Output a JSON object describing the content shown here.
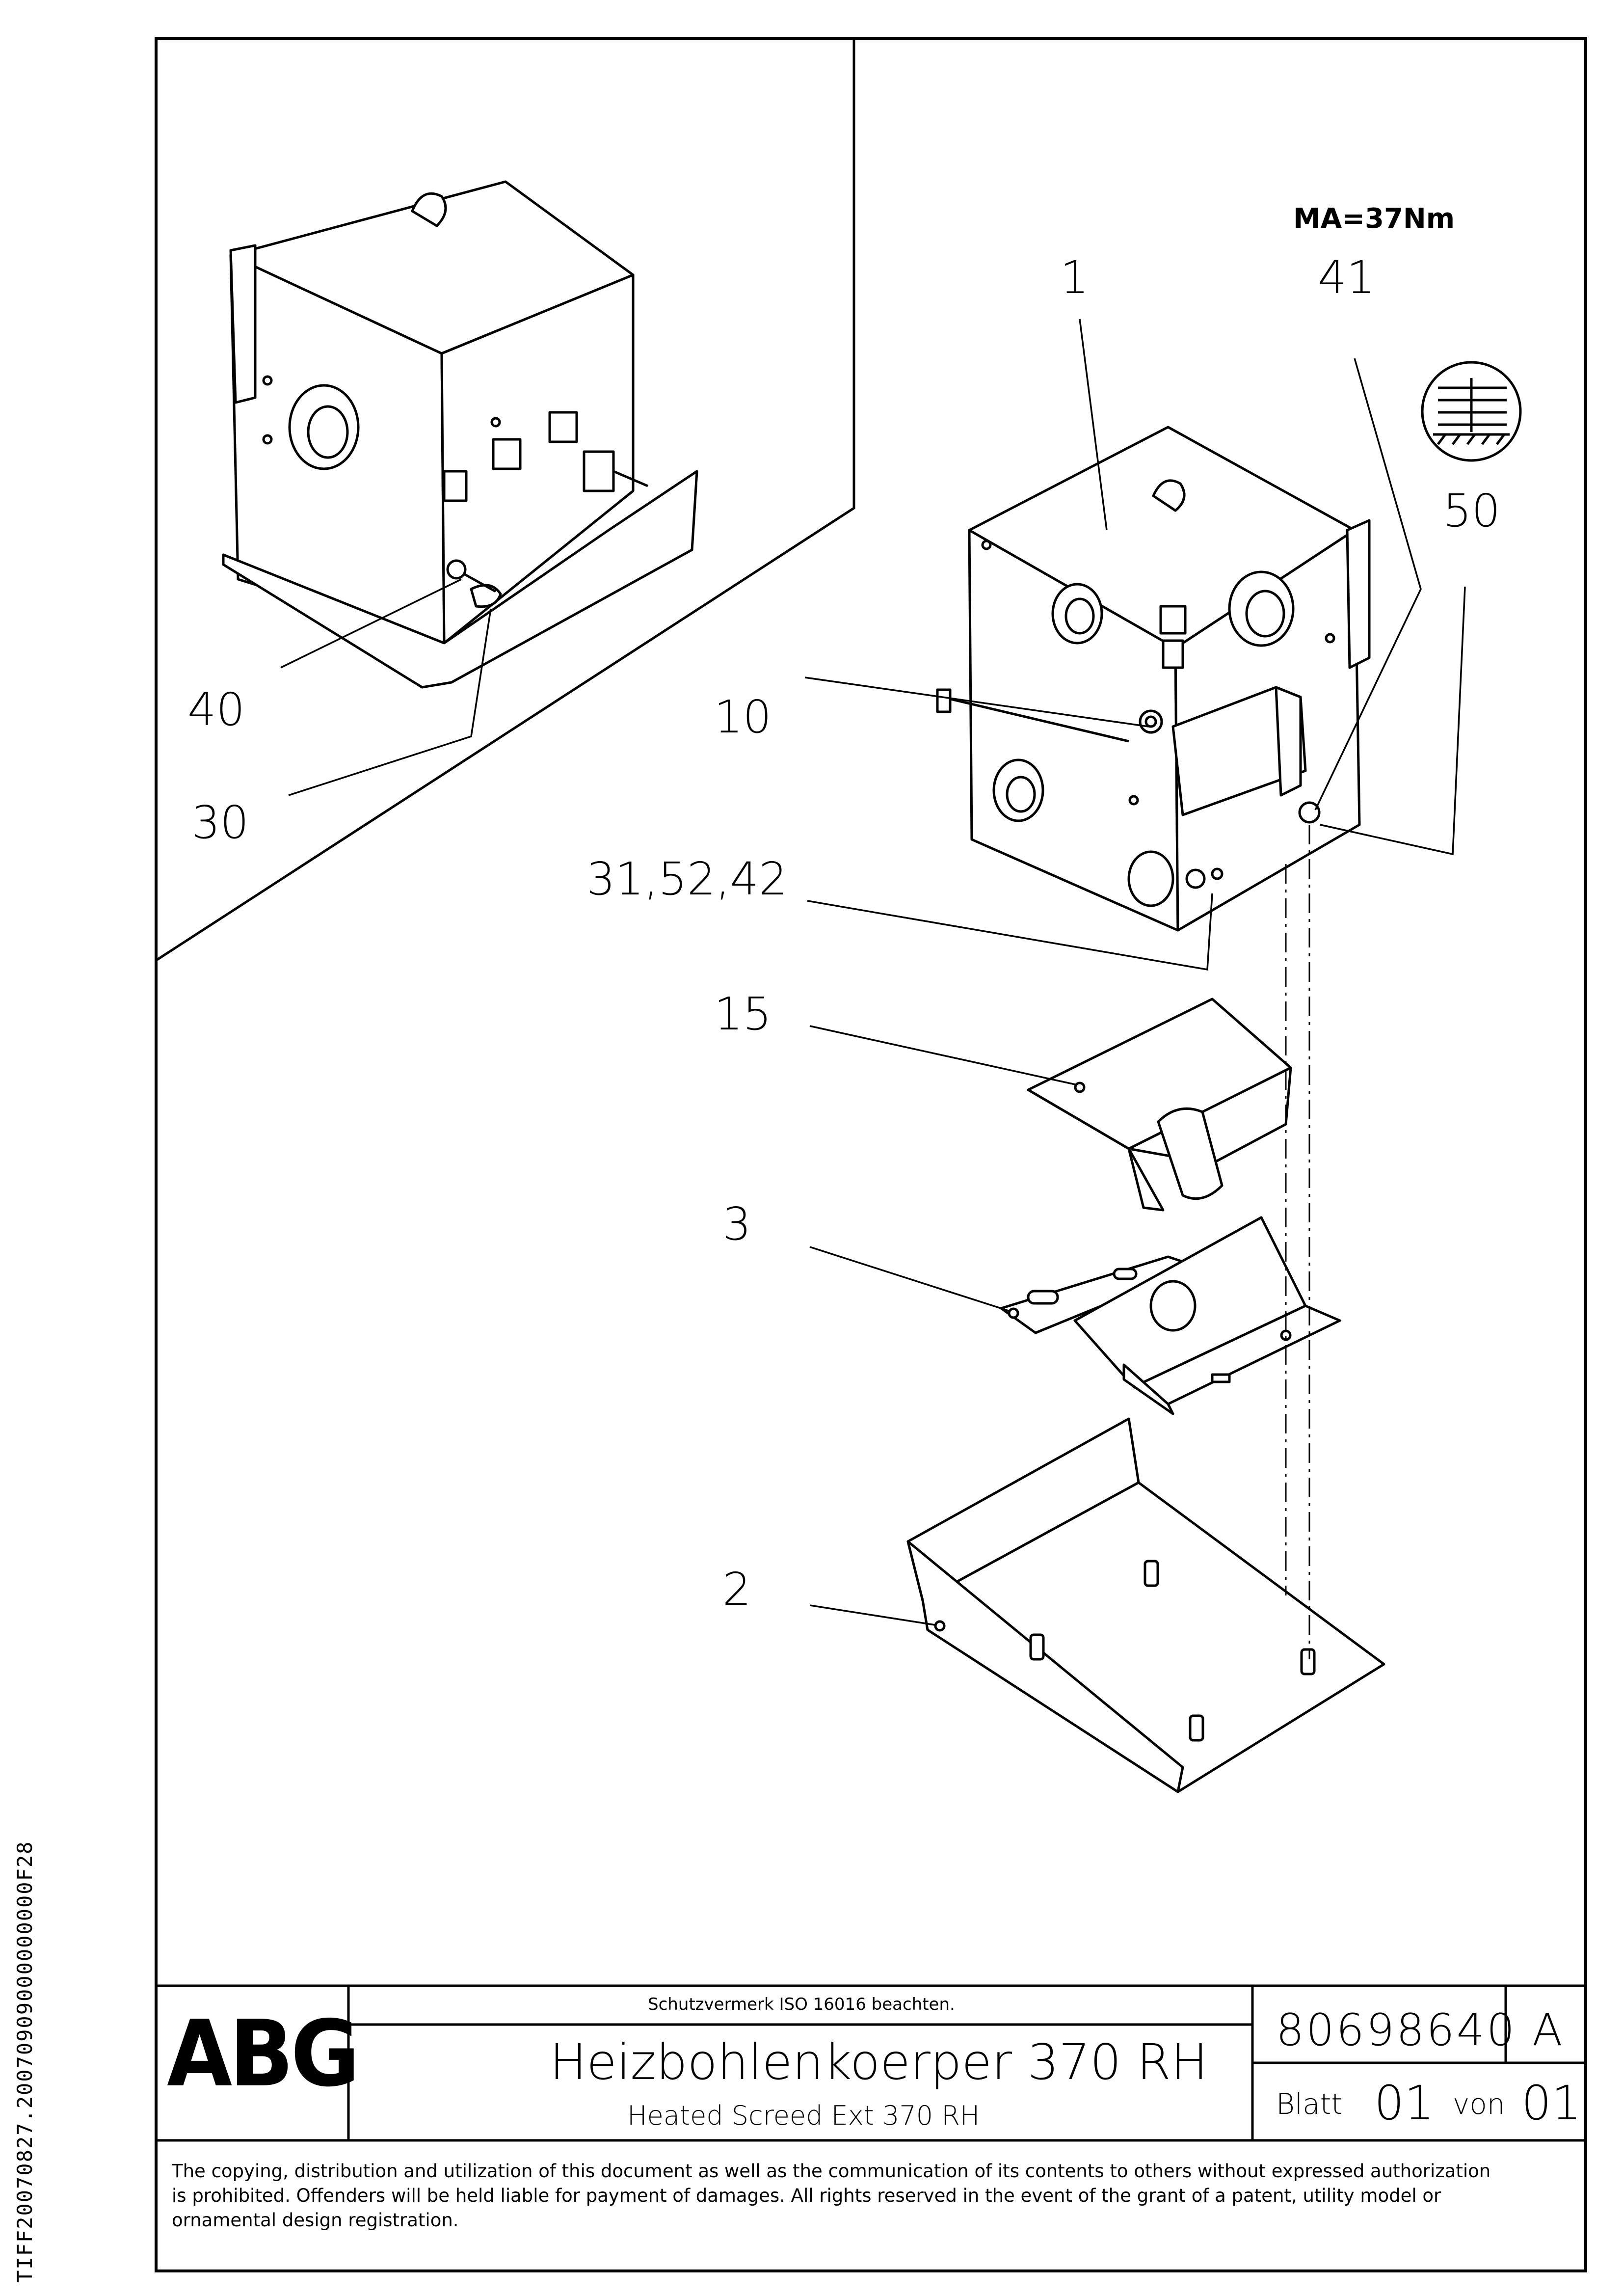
{
  "frame": {
    "side_code": "TIFF20070827.20070909000000000F28"
  },
  "torque_spec": "MA=37Nm",
  "callouts": [
    {
      "id": "c1",
      "label": "1"
    },
    {
      "id": "c41",
      "label": "41"
    },
    {
      "id": "c50",
      "label": "50"
    },
    {
      "id": "c40",
      "label": "40"
    },
    {
      "id": "c10",
      "label": "10"
    },
    {
      "id": "c30",
      "label": "30"
    },
    {
      "id": "c31",
      "label": "31,52,42"
    },
    {
      "id": "c15",
      "label": "15"
    },
    {
      "id": "c3",
      "label": "3"
    },
    {
      "id": "c2",
      "label": "2"
    }
  ],
  "title_block": {
    "logo": "ABG",
    "protection_note": "Schutzvermerk ISO 16016 beachten.",
    "title_de": "Heizbohlenkoerper 370 RH",
    "title_en": "Heated Screed Ext 370 RH",
    "document_number": "80698640",
    "revision": "A",
    "sheet_label": "Blatt",
    "sheet_number": "01",
    "of_label": "von",
    "sheet_total": "01"
  },
  "copyright_lines": [
    "The copying, distribution and utilization of this document as well as the communication of its contents to others without expressed authorization",
    "is prohibited. Offenders will be held liable for payment of damages. All rights reserved in the event of the grant of a patent, utility model or",
    "ornamental design registration."
  ]
}
